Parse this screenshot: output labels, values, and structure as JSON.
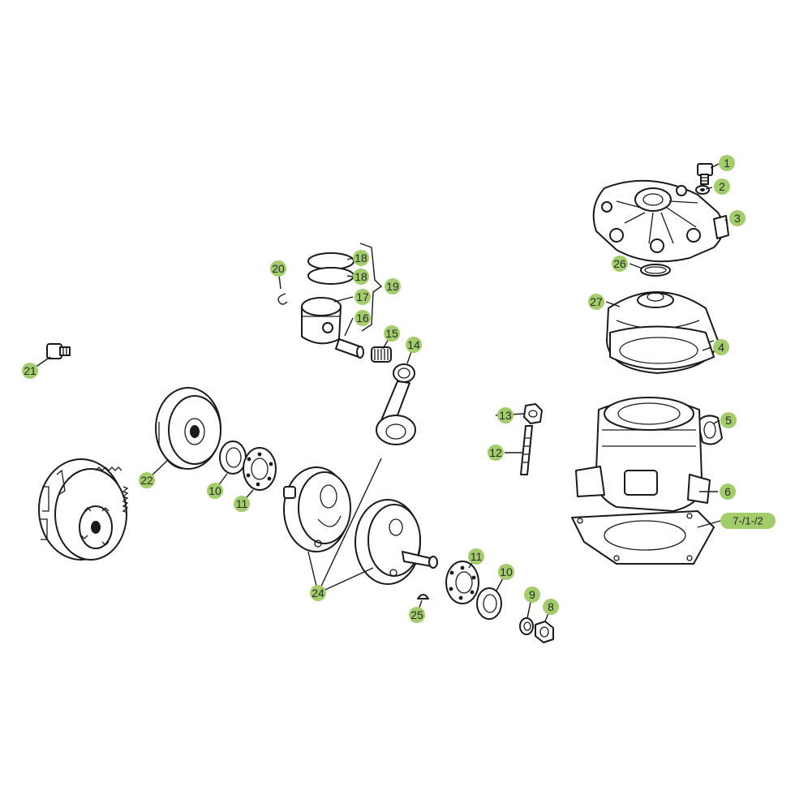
{
  "callouts": [
    {
      "id": "c1",
      "text": "1"
    },
    {
      "id": "c2",
      "text": "2"
    },
    {
      "id": "c3",
      "text": "3"
    },
    {
      "id": "c4",
      "text": "4"
    },
    {
      "id": "c5",
      "text": "5"
    },
    {
      "id": "c6",
      "text": "6"
    },
    {
      "id": "c7",
      "text": "7-/1-/2"
    },
    {
      "id": "c8",
      "text": "8"
    },
    {
      "id": "c9",
      "text": "9"
    },
    {
      "id": "c10a",
      "text": "10"
    },
    {
      "id": "c10b",
      "text": "10"
    },
    {
      "id": "c11a",
      "text": "11"
    },
    {
      "id": "c11b",
      "text": "11"
    },
    {
      "id": "c12",
      "text": "12"
    },
    {
      "id": "c13",
      "text": "13"
    },
    {
      "id": "c14",
      "text": "14"
    },
    {
      "id": "c15",
      "text": "15"
    },
    {
      "id": "c16",
      "text": "16"
    },
    {
      "id": "c17",
      "text": "17"
    },
    {
      "id": "c18a",
      "text": "18"
    },
    {
      "id": "c18b",
      "text": "18"
    },
    {
      "id": "c19",
      "text": "19"
    },
    {
      "id": "c20",
      "text": "20"
    },
    {
      "id": "c21",
      "text": "21"
    },
    {
      "id": "c22",
      "text": "22"
    },
    {
      "id": "c24",
      "text": "24"
    },
    {
      "id": "c25",
      "text": "25"
    },
    {
      "id": "c26",
      "text": "26"
    },
    {
      "id": "c27",
      "text": "27"
    }
  ],
  "colors": {
    "callout_fill": "#a3cc6b",
    "line": "#1a1a1a",
    "background": "#ffffff"
  }
}
